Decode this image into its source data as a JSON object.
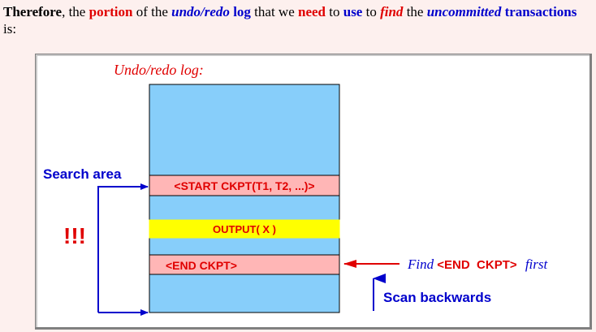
{
  "intro": {
    "w1": "Therefore",
    "w2": ", the ",
    "w3": "portion",
    "w4": " of the ",
    "w5": "undo/redo",
    "w6": " ",
    "w7": "log",
    "w8": " that we ",
    "w9": "need",
    "w10": " to ",
    "w11": "use",
    "w12": " to ",
    "w13": "find",
    "w14": " the ",
    "w15": "uncommitted",
    "w16": " ",
    "w17": "transactions",
    "w18": " is:"
  },
  "diagram": {
    "log_title": "Undo/redo  log:",
    "start_ckpt": "<START  CKPT(T1, T2, ...)>",
    "output": "OUTPUT( X )",
    "end_ckpt": "<END  CKPT>",
    "search_area": "Search area",
    "exclaim": "!!!",
    "find_word": "Find",
    "find_mid": " <END  CKPT> ",
    "find_first": "first",
    "scan_backwards": "Scan backwards"
  },
  "colors": {
    "log_fill": "#87cefa",
    "row_fill": "#ffb6b6",
    "output_fill": "#ffff00",
    "red": "#e00000",
    "blue": "#0000cc"
  }
}
